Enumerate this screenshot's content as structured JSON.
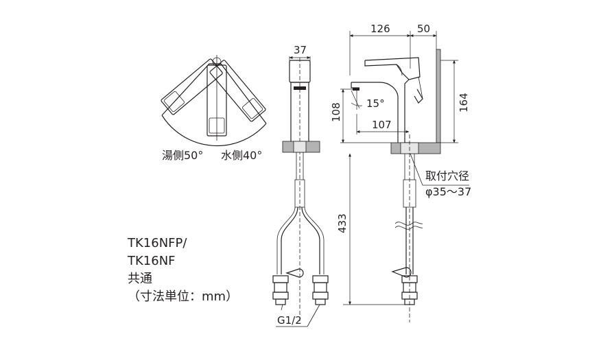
{
  "top_view": {
    "hot_side": "湯側50°",
    "cold_side": "水側40°"
  },
  "front_view": {
    "dim_spout_width": "37",
    "connection_thread": "G1/2"
  },
  "side_view": {
    "dim_reach": "126",
    "dim_backset": "50",
    "dim_total_height": "164",
    "dim_spout_height": "108",
    "dim_spout_reach": "107",
    "dim_angle": "15°",
    "dim_hose_length": "433",
    "mount_hole_label": "取付穴径",
    "mount_hole_size": "φ35～37"
  },
  "notes": {
    "model_1": "TK16NFP/",
    "model_2": "TK16NF",
    "common": "共通",
    "unit": "（寸法単位：mm）"
  }
}
